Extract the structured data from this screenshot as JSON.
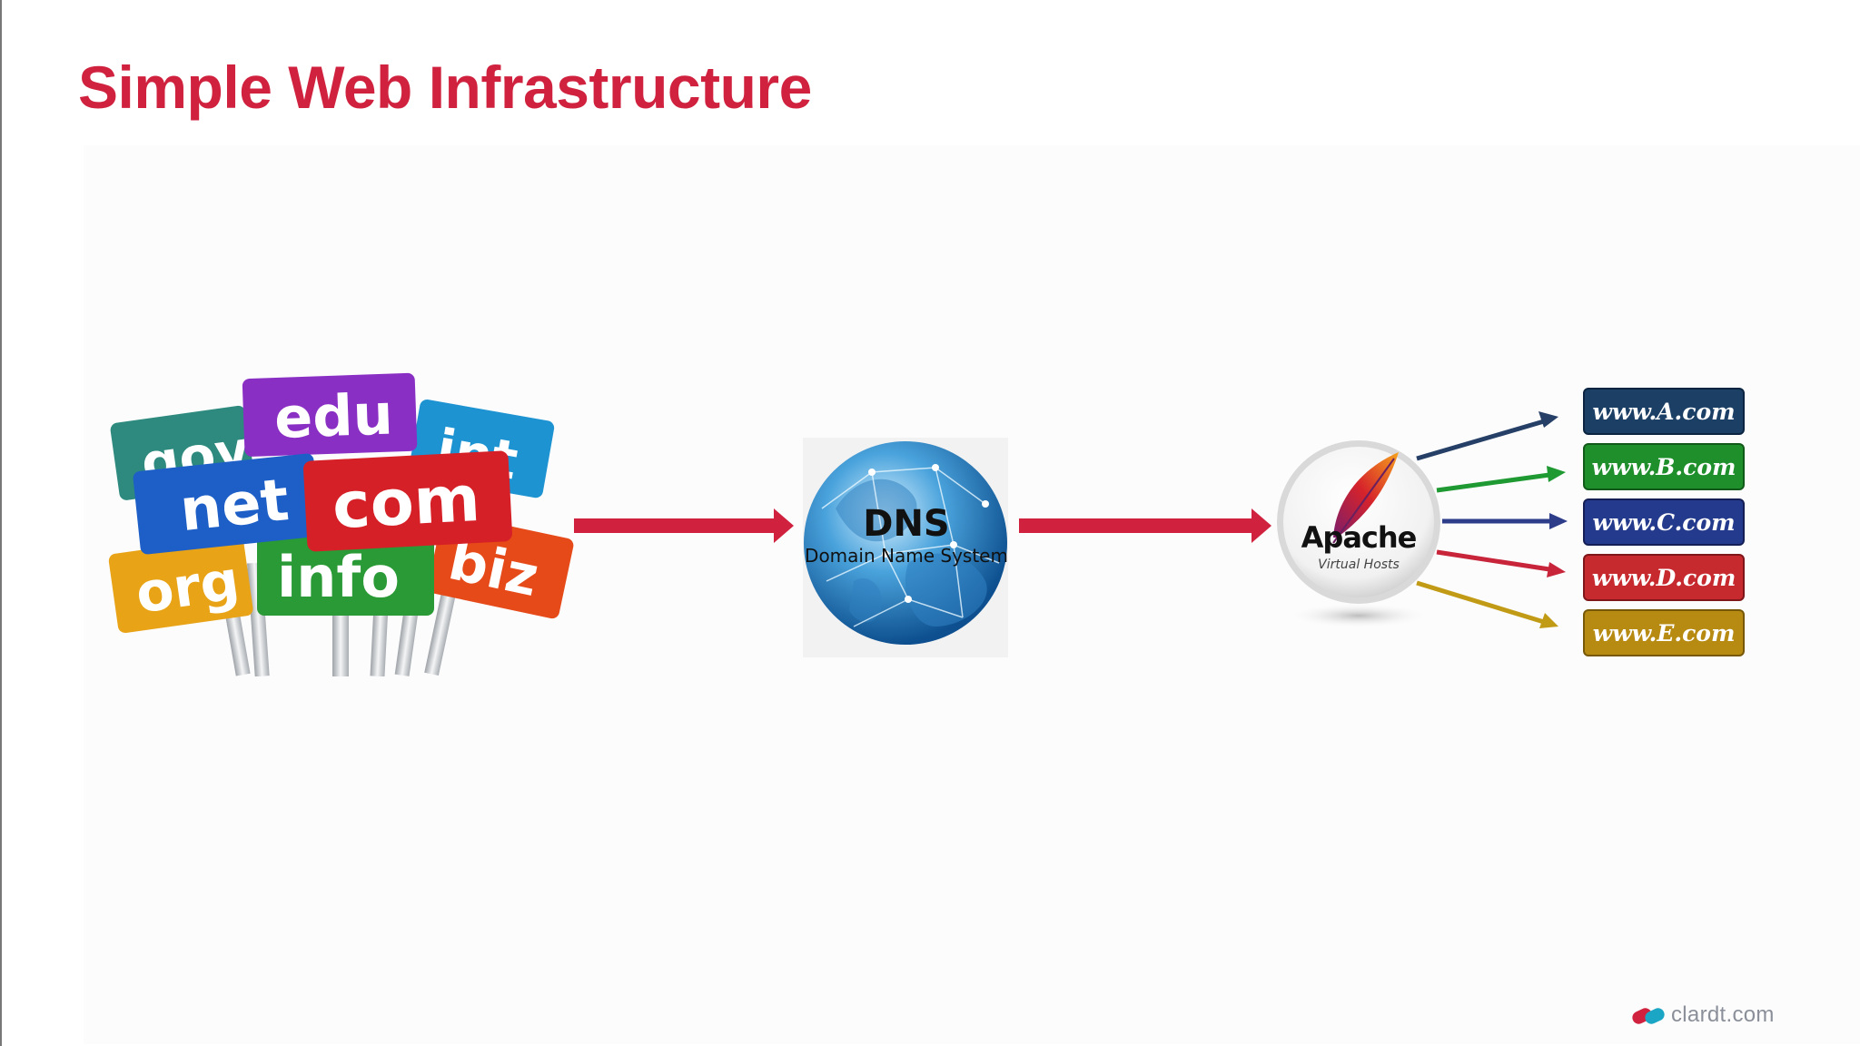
{
  "slide": {
    "title": "Simple Web Infrastructure",
    "footer_text": "clardt.com"
  },
  "domain_signs": [
    {
      "label": "gov",
      "color": "#2e8a7e"
    },
    {
      "label": "edu",
      "color": "#8a2fc4"
    },
    {
      "label": "int",
      "color": "#1d93d2"
    },
    {
      "label": "net",
      "color": "#1d5fc7"
    },
    {
      "label": "com",
      "color": "#d62027"
    },
    {
      "label": "org",
      "color": "#e8a317"
    },
    {
      "label": "info",
      "color": "#2a9a36"
    },
    {
      "label": "biz",
      "color": "#e64a19"
    }
  ],
  "dns": {
    "label": "DNS",
    "subtitle": "Domain Name System"
  },
  "apache": {
    "label": "Apache",
    "subtitle": "Virtual Hosts"
  },
  "virtual_hosts": [
    {
      "label": "www.A.com",
      "color": "#1c3f66",
      "arrow_color": "#253f66"
    },
    {
      "label": "www.B.com",
      "color": "#1f8f2c",
      "arrow_color": "#1f9a33"
    },
    {
      "label": "www.C.com",
      "color": "#243a8c",
      "arrow_color": "#2d3d8a"
    },
    {
      "label": "www.D.com",
      "color": "#c62a2f",
      "arrow_color": "#c8243a"
    },
    {
      "label": "www.E.com",
      "color": "#b78a12",
      "arrow_color": "#c29b16"
    }
  ],
  "flow_arrow_color": "#d0223f",
  "icons": [
    "domain-signs-image",
    "dns-globe-image",
    "apache-feather-icon",
    "clardt-logo-icon"
  ]
}
